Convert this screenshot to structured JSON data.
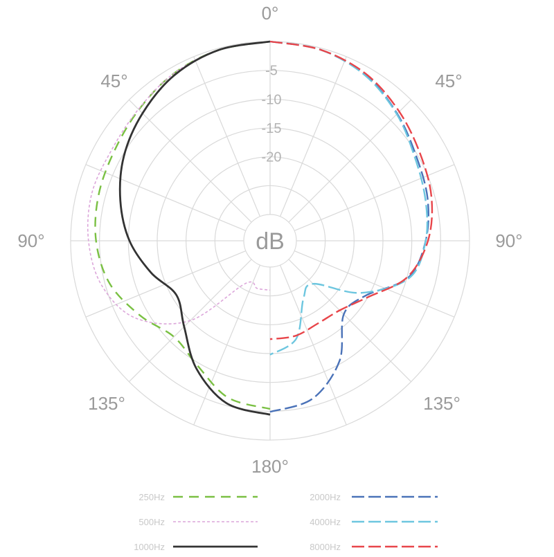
{
  "chart_data": {
    "type": "polar-line",
    "center_label": "dB",
    "ring_labels": [
      "-5",
      "-10",
      "-15",
      "-20"
    ],
    "ring_levels": [
      0,
      -5,
      -10,
      -15,
      -20,
      -25
    ],
    "angle_labels": [
      {
        "angle": 0,
        "text": "0°"
      },
      {
        "angle": 45,
        "text": "45°"
      },
      {
        "angle": 90,
        "text": "90°"
      },
      {
        "angle": 135,
        "text": "135°"
      },
      {
        "angle": 180,
        "text": "180°"
      },
      {
        "angle": -45,
        "text": "45°"
      },
      {
        "angle": -90,
        "text": "90°"
      },
      {
        "angle": -135,
        "text": "135°"
      }
    ],
    "series": [
      {
        "name": "250Hz",
        "side": "left",
        "color": "#7ac043",
        "dash": "14 9",
        "width": 2.4,
        "points": [
          [
            0,
            0
          ],
          [
            15,
            -0.3
          ],
          [
            30,
            -1.1
          ],
          [
            45,
            -2.4
          ],
          [
            60,
            -3.4
          ],
          [
            75,
            -3.8
          ],
          [
            90,
            -4.4
          ],
          [
            105,
            -5.8
          ],
          [
            120,
            -8.6
          ],
          [
            135,
            -11
          ],
          [
            150,
            -9.5
          ],
          [
            165,
            -6.4
          ],
          [
            180,
            -5.4
          ]
        ]
      },
      {
        "name": "500Hz",
        "side": "left",
        "color": "#dca6da",
        "dash": "4 3",
        "width": 1.6,
        "points": [
          [
            0,
            0
          ],
          [
            15,
            -0.3
          ],
          [
            30,
            -1.1
          ],
          [
            45,
            -2.3
          ],
          [
            60,
            -2.9
          ],
          [
            75,
            -2.6
          ],
          [
            90,
            -3.1
          ],
          [
            105,
            -4.4
          ],
          [
            120,
            -7.7
          ],
          [
            135,
            -15
          ],
          [
            150,
            -26
          ],
          [
            165,
            -26
          ],
          [
            180,
            -26
          ]
        ]
      },
      {
        "name": "1000Hz",
        "side": "left",
        "color": "#333333",
        "dash": "",
        "width": 2.8,
        "points": [
          [
            0,
            0
          ],
          [
            15,
            -0.3
          ],
          [
            30,
            -1.4
          ],
          [
            45,
            -3.3
          ],
          [
            60,
            -5.3
          ],
          [
            75,
            -7.7
          ],
          [
            90,
            -10.2
          ],
          [
            105,
            -13.2
          ],
          [
            120,
            -15.8
          ],
          [
            135,
            -13.5
          ],
          [
            150,
            -9.0
          ],
          [
            165,
            -5.4
          ],
          [
            180,
            -4.4
          ]
        ]
      },
      {
        "name": "2000Hz",
        "side": "right",
        "color": "#4a72b8",
        "dash": "18 6",
        "width": 2.4,
        "points": [
          [
            0,
            0
          ],
          [
            15,
            -0.3
          ],
          [
            30,
            -1.4
          ],
          [
            45,
            -3.4
          ],
          [
            60,
            -5.3
          ],
          [
            75,
            -6.3
          ],
          [
            90,
            -7.6
          ],
          [
            105,
            -9.8
          ],
          [
            120,
            -15.5
          ],
          [
            135,
            -16.5
          ],
          [
            150,
            -10.5
          ],
          [
            165,
            -6.2
          ],
          [
            180,
            -4.9
          ]
        ]
      },
      {
        "name": "4000Hz",
        "side": "right",
        "color": "#6dc6df",
        "dash": "18 6",
        "width": 2.4,
        "points": [
          [
            0,
            0
          ],
          [
            15,
            -0.3
          ],
          [
            30,
            -1.5
          ],
          [
            45,
            -3.5
          ],
          [
            60,
            -5.6
          ],
          [
            75,
            -6.7
          ],
          [
            90,
            -7.6
          ],
          [
            105,
            -9.6
          ],
          [
            120,
            -16.5
          ],
          [
            135,
            -24
          ],
          [
            150,
            -23
          ],
          [
            165,
            -17
          ],
          [
            180,
            -14.8
          ]
        ]
      },
      {
        "name": "8000Hz",
        "side": "right",
        "color": "#e8454a",
        "dash": "18 6",
        "width": 2.4,
        "points": [
          [
            0,
            0
          ],
          [
            15,
            -0.3
          ],
          [
            30,
            -1.2
          ],
          [
            45,
            -2.9
          ],
          [
            60,
            -4.5
          ],
          [
            75,
            -5.6
          ],
          [
            90,
            -7.2
          ],
          [
            105,
            -10
          ],
          [
            120,
            -15
          ],
          [
            135,
            -17.5
          ],
          [
            150,
            -18
          ],
          [
            165,
            -17.5
          ],
          [
            180,
            -17.5
          ]
        ]
      }
    ],
    "legend": {
      "placement": "bottom",
      "columns": 2
    }
  }
}
